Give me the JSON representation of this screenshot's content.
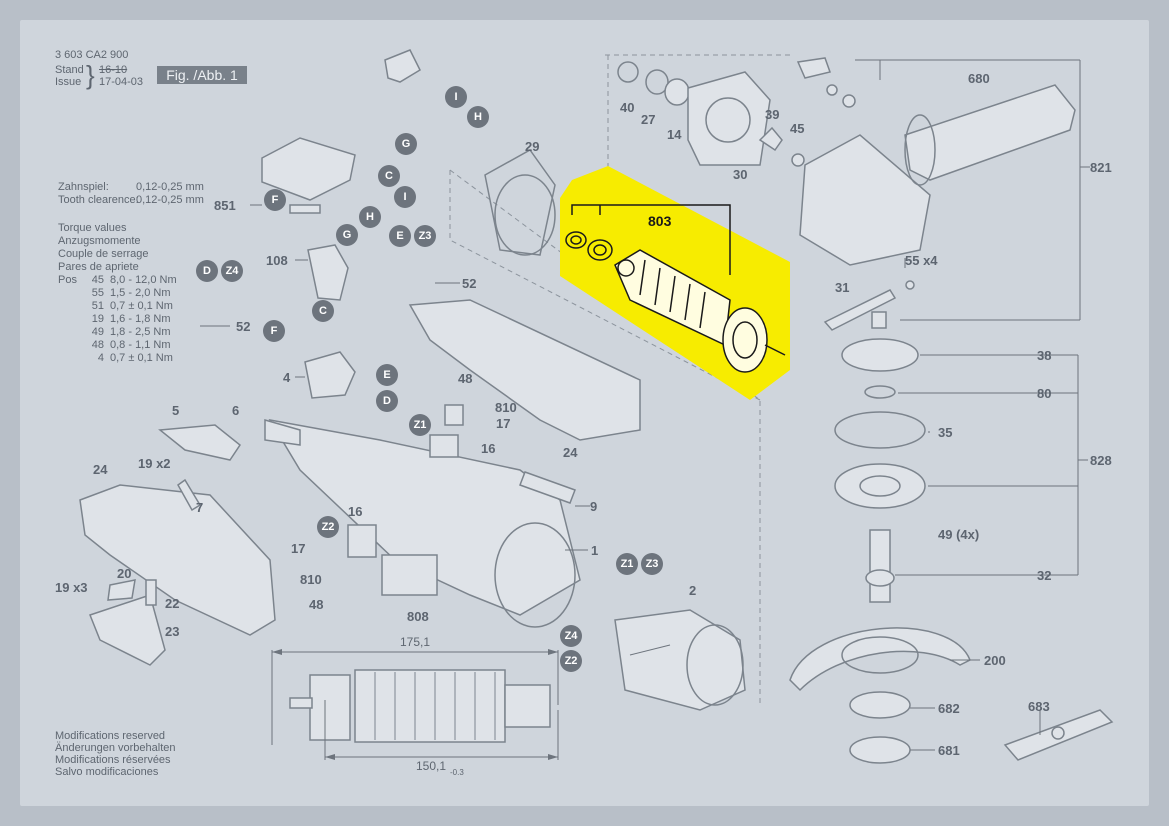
{
  "header": {
    "doc_number": "3 603 CA2 900",
    "stand_label": "Stand",
    "issue_label": "Issue",
    "old_date": "16-10",
    "new_date": "17-04-03",
    "fig_label": "Fig. /Abb. 1"
  },
  "specs": {
    "zahnspiel_label": "Zahnspiel:",
    "zahnspiel_value": "0,12-0,25 mm",
    "clearance_label": "Tooth clearence:",
    "clearance_value": "0,12-0,25 mm",
    "torque_lines": [
      "Torque values",
      "Anzugsmomente",
      "Couple de serrage",
      "Pares de apriete"
    ],
    "pos_label": "Pos",
    "torque_rows": [
      {
        "pos": "45",
        "value": "8,0 - 12,0 Nm"
      },
      {
        "pos": "55",
        "value": "1,5 - 2,0 Nm"
      },
      {
        "pos": "51",
        "value": "0,7 ± 0,1 Nm"
      },
      {
        "pos": "19",
        "value": "1,6 - 1,8 Nm"
      },
      {
        "pos": "49",
        "value": "1,8 - 2,5 Nm"
      },
      {
        "pos": "48",
        "value": "0,8 - 1,1 Nm"
      },
      {
        "pos": "4",
        "value": "0,7 ± 0,1 Nm"
      }
    ]
  },
  "footer": {
    "lines": [
      "Modifications reserved",
      "Änderungen vorbehalten",
      "Modifications réservées",
      "Salvo modificaciones"
    ]
  },
  "dimensions": {
    "top": "175,1",
    "bottom": "150,1",
    "bottom_tol": "-0.3"
  },
  "highlight": {
    "label": "803",
    "color": "#f7ec00"
  },
  "parts": {
    "p40": "40",
    "p27": "27",
    "p14": "14",
    "p39": "39",
    "p45": "45",
    "p30": "30",
    "p680": "680",
    "p821": "821",
    "p29": "29",
    "p851": "851",
    "p108": "108",
    "p52a": "52",
    "p52b": "52",
    "p55": "55 x4",
    "p31": "31",
    "p38": "38",
    "p80": "80",
    "p35": "35",
    "p828": "828",
    "p49": "49 (4x)",
    "p32": "32",
    "p200": "200",
    "p682": "682",
    "p681": "681",
    "p683": "683",
    "p4": "4",
    "p48a": "48",
    "p810a": "810",
    "p17a": "17",
    "p16a": "16",
    "p5": "5",
    "p6": "6",
    "p24a": "24",
    "p19a": "19 x2",
    "p7": "7",
    "p24b": "24",
    "p9": "9",
    "p1": "1",
    "p16b": "16",
    "p17b": "17",
    "p810b": "810",
    "p48b": "48",
    "p808": "808",
    "p2": "2",
    "p19b": "19 x3",
    "p20": "20",
    "p22": "22",
    "p23": "23"
  },
  "callouts": {
    "I1": "I",
    "H1": "H",
    "G1": "G",
    "C1": "C",
    "I2": "I",
    "F1": "F",
    "H2": "H",
    "G2": "G",
    "E1": "E",
    "Z3a": "Z3",
    "D1": "D",
    "Z4a": "Z4",
    "C2": "C",
    "F2": "F",
    "E2": "E",
    "D2": "D",
    "Z1a": "Z1",
    "Z2a": "Z2",
    "Z1b": "Z1",
    "Z3b": "Z3",
    "Z4b": "Z4",
    "Z2b": "Z2"
  },
  "colors": {
    "line": "#6d747d",
    "part": "#9aa2ab",
    "callout_fill": "#6d747d",
    "background": "#cfd5dc"
  }
}
